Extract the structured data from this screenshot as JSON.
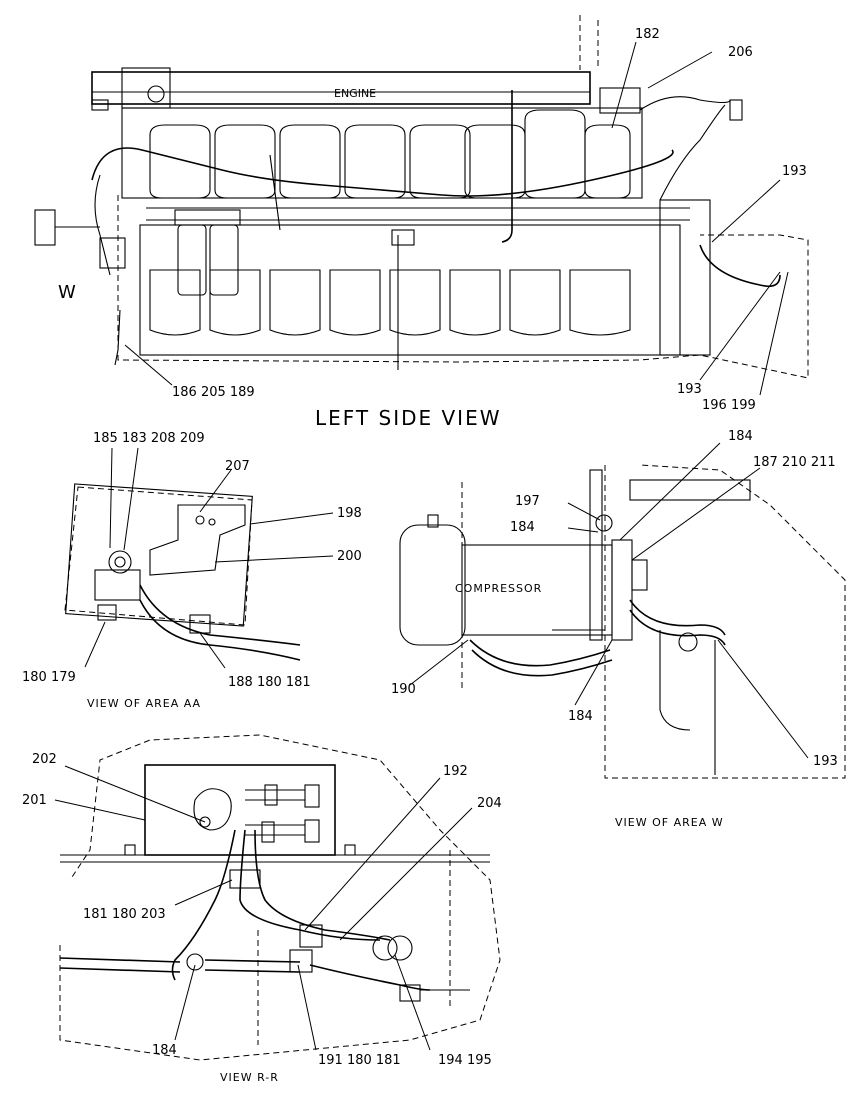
{
  "views": {
    "left_side": {
      "title": "LEFT SIDE VIEW",
      "engine_label": "ENGINE",
      "area_marker": "W",
      "callouts": {
        "c182": "182",
        "c206": "206",
        "c193a": "193",
        "c193b": "193",
        "c196_199": "196  199",
        "c186_205_189": "186  205  189"
      }
    },
    "area_aa": {
      "title": "VIEW OF AREA AA",
      "callouts": {
        "c185_183_208_209": "185  183  208  209",
        "c207": "207",
        "c198": "198",
        "c200": "200",
        "c180_179": "180  179",
        "c188_180_181": "188  180  181"
      }
    },
    "area_w": {
      "title": "VIEW OF AREA W",
      "compressor_label": "COMPRESSOR",
      "callouts": {
        "c184a": "184",
        "c187_210_211": "187  210  211",
        "c197": "197",
        "c184b": "184",
        "c190": "190",
        "c184c": "184",
        "c193": "193"
      }
    },
    "r_r": {
      "title": "VIEW R-R",
      "callouts": {
        "c202": "202",
        "c201": "201",
        "c192": "192",
        "c204": "204",
        "c181_180_203": "181  180  203",
        "c184": "184",
        "c191_180_181": "191  180  181",
        "c194_195": "194  195"
      }
    }
  }
}
